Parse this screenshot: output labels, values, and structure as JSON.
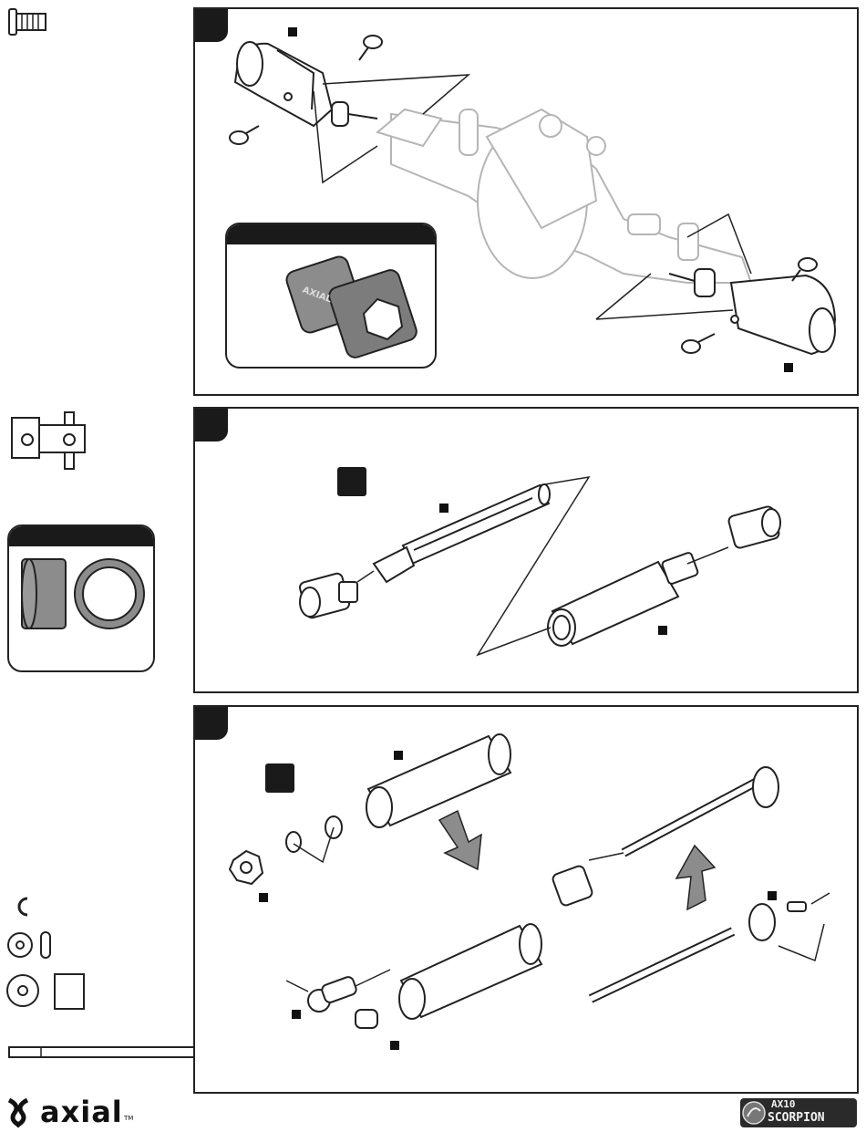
{
  "footer": {
    "brand_left": "axial",
    "brand_left_tm": "TM",
    "brand_right_line1": "AX10",
    "brand_right_line2": "SCORPION"
  },
  "callouts": {
    "tool_embossed_text": "AXIAL"
  },
  "icons": {
    "brand_left": "axial-swirl-logo-icon",
    "brand_right": "ax10-scorpion-logo-icon",
    "screw": "flat-head-screw-icon",
    "yoke": "universal-joint-yoke-icon",
    "bushing": "bushing-icon",
    "e_clip": "e-clip-icon",
    "washer": "washer-icon",
    "shaft": "driveshaft-pin-icon"
  },
  "colors": {
    "line": "#222222",
    "fill_dark": "#1a1a1a",
    "fill_gray": "#8c8c8c",
    "fill_light": "#e6e6e6"
  }
}
